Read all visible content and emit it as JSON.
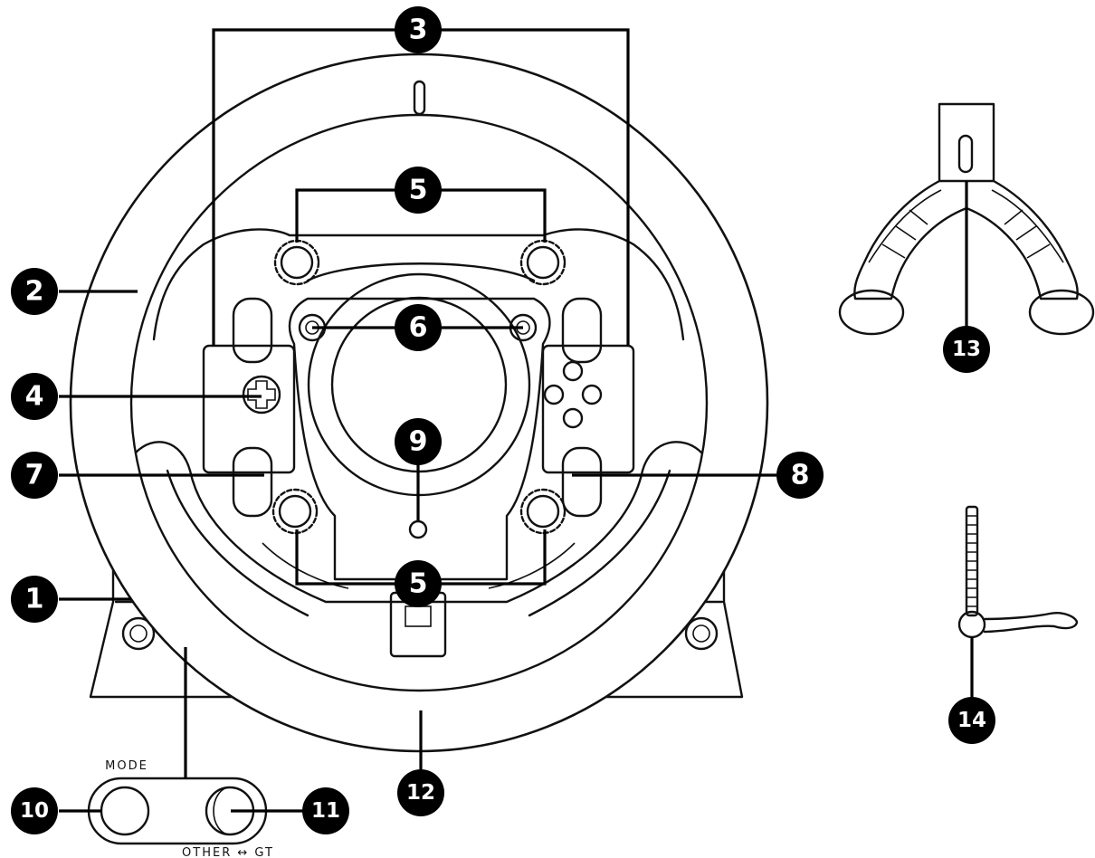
{
  "callouts": {
    "c1": "1",
    "c2": "2",
    "c3": "3",
    "c4": "4",
    "c5a": "5",
    "c5b": "5",
    "c6": "6",
    "c7": "7",
    "c8": "8",
    "c9": "9",
    "c10": "10",
    "c11": "11",
    "c12": "12",
    "c13": "13",
    "c14": "14"
  },
  "labels": {
    "mode": "MODE",
    "switch": "OTHER ↔ GT"
  },
  "colors": {
    "line": "#111111",
    "badge": "#000000",
    "background": "#ffffff"
  }
}
